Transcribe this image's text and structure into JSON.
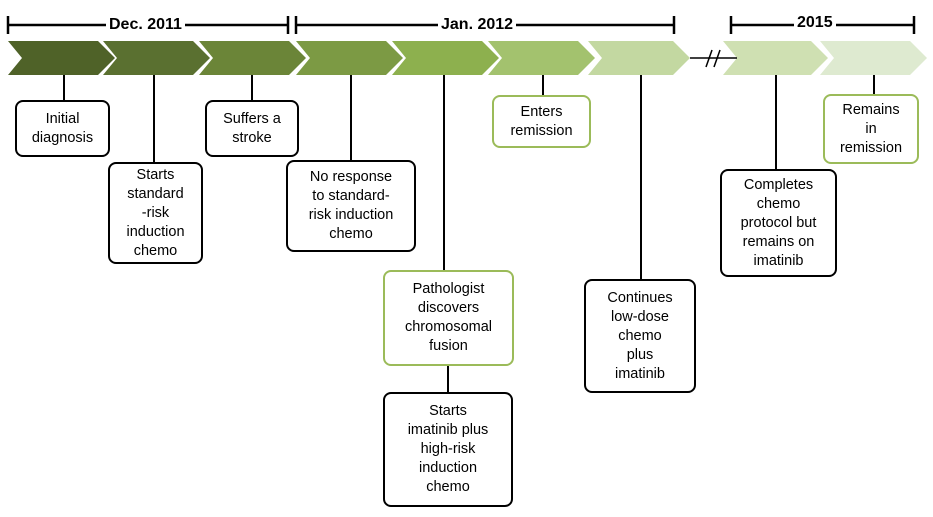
{
  "periods": {
    "dec_2011": "Dec. 2011",
    "jan_2012": "Jan. 2012",
    "y2015": "2015"
  },
  "colors": {
    "chevrons": [
      "#4f6228",
      "#5a7030",
      "#6b8538",
      "#7c9a44",
      "#8db04e",
      "#a3c26e",
      "#c3d8a1",
      "#cfe0b2",
      "#deead0"
    ],
    "box_border_default": "#000000",
    "box_border_highlight": "#9bbb59"
  },
  "events": {
    "initial_diagnosis": "Initial\ndiagnosis",
    "starts_standard_risk": "Starts\nstandard\n-risk\ninduction\nchemo",
    "suffers_stroke": "Suffers a\nstroke",
    "no_response": "No response\nto standard-\nrisk induction\nchemo",
    "pathologist": "Pathologist\ndiscovers\nchromosomal\nfusion",
    "starts_imatinib": "Starts\nimatinib plus\nhigh-risk\ninduction\nchemo",
    "enters_remission": "Enters\nremission",
    "continues_low_dose": "Continues\nlow-dose\nchemo\nplus\nimatinib",
    "completes_chemo": "Completes\nchemo\nprotocol but\nremains on\nimatinib",
    "remains_remission": "Remains\nin\nremission"
  }
}
